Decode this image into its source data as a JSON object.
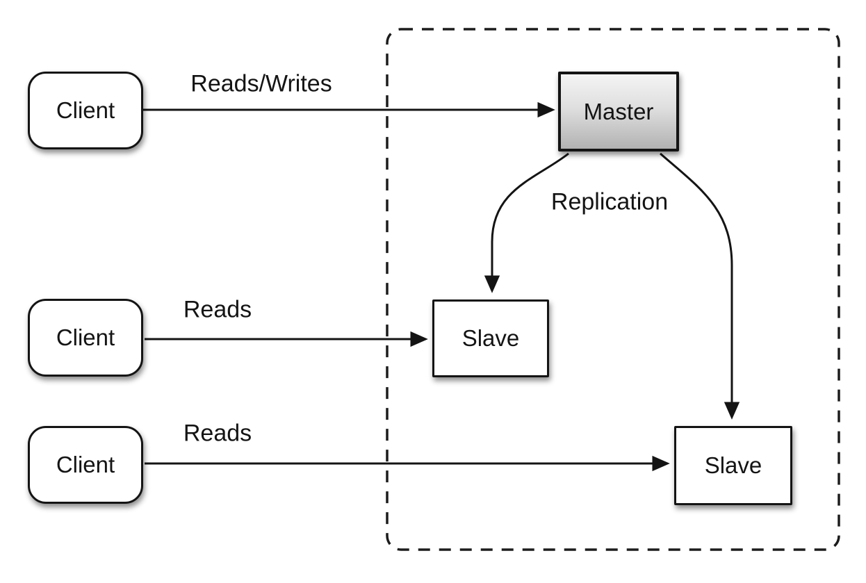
{
  "diagram": {
    "nodes": {
      "client_top": {
        "label": "Client"
      },
      "client_middle": {
        "label": "Client"
      },
      "client_bottom": {
        "label": "Client"
      },
      "master": {
        "label": "Master"
      },
      "slave_left": {
        "label": "Slave"
      },
      "slave_right": {
        "label": "Slave"
      }
    },
    "edges": {
      "client_top_to_master": {
        "label": "Reads/Writes"
      },
      "client_middle_to_slave_left": {
        "label": "Reads"
      },
      "client_bottom_to_slave_right": {
        "label": "Reads"
      },
      "master_to_slaves": {
        "label": "Replication"
      }
    },
    "colors": {
      "stroke": "#141414",
      "node_fill": "#ffffff",
      "master_gradient_top": "#f4f4f4",
      "master_gradient_bottom": "#b2b2b2",
      "background": "#ffffff"
    }
  }
}
